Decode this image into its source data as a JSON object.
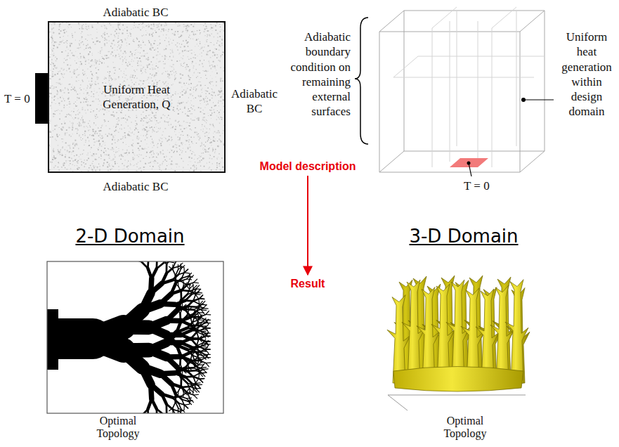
{
  "diagram": {
    "nodes": [
      {
        "text": [
          "Uniform Heat Generation, Q"
        ]
      },
      {
        "text": [
          "Model description"
        ]
      },
      {
        "text": [
          "Result"
        ]
      }
    ],
    "edges": [
      {
        "from": 1,
        "to": 2,
        "arrow": "to"
      }
    ],
    "labels": [
      "Adiabatic BC",
      "T = 0",
      "Adiabatic BC",
      "Adiabatic BC",
      "Adiabatic boundary condition on remaining external surfaces",
      "Uniform heat generation within design domain",
      "T = 0",
      "2-D Domain",
      "3-D Domain",
      "Optimal Topology",
      "Optimal Topology"
    ]
  }
}
